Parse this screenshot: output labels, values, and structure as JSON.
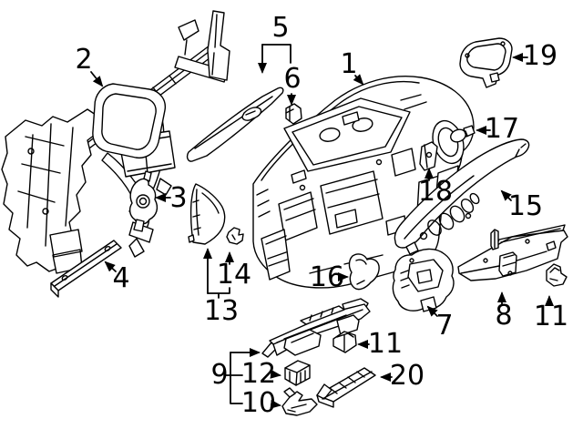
{
  "diagram": {
    "kind": "exploded parts diagram",
    "subject": "instrument panel components",
    "background_color": "#ffffff",
    "line_color": "#000000"
  },
  "callouts": {
    "c1": {
      "label": "1"
    },
    "c2": {
      "label": "2"
    },
    "c3": {
      "label": "3"
    },
    "c4": {
      "label": "4"
    },
    "c5": {
      "label": "5"
    },
    "c6": {
      "label": "6"
    },
    "c7": {
      "label": "7"
    },
    "c8": {
      "label": "8"
    },
    "c9": {
      "label": "9"
    },
    "c10": {
      "label": "10"
    },
    "c11a": {
      "label": "11"
    },
    "c11b": {
      "label": "11"
    },
    "c12": {
      "label": "12"
    },
    "c13": {
      "label": "13"
    },
    "c14": {
      "label": "14"
    },
    "c15": {
      "label": "15"
    },
    "c16": {
      "label": "16"
    },
    "c17": {
      "label": "17"
    },
    "c18": {
      "label": "18"
    },
    "c19": {
      "label": "19"
    },
    "c20": {
      "label": "20"
    }
  }
}
